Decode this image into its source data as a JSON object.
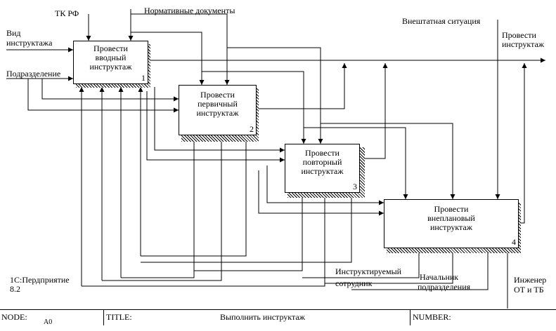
{
  "diagram": {
    "boxes": [
      {
        "id": "b1",
        "lines": [
          "Провести",
          "вводный",
          "инструктаж"
        ],
        "number": "1"
      },
      {
        "id": "b2",
        "lines": [
          "Провести",
          "первичный",
          "инструктаж"
        ],
        "number": "2"
      },
      {
        "id": "b3",
        "lines": [
          "Провести",
          "повторный",
          "инструктаж"
        ],
        "number": "3"
      },
      {
        "id": "b4",
        "lines": [
          "Провести",
          "внеплановый",
          "инструктаж"
        ],
        "number": "4"
      }
    ],
    "labels": {
      "tk_rf": "ТК РФ",
      "normative_docs": "Нормативные документы",
      "emergency": "Внештатная ситуация",
      "output_line1": "Провести",
      "output_line2": "инструктаж",
      "type_line1": "Вид",
      "type_line2": "инструктажа",
      "department": "Подразделение",
      "software_line1": "1С:Пердприятие",
      "software_line2": "8.2",
      "employee_line1": "Инструктируемый",
      "employee_line2": "сотрудник",
      "head_line1": "Начальник",
      "head_line2": "подразделения",
      "engineer_line1": "Инженер",
      "engineer_line2": "ОТ и ТБ"
    }
  },
  "footer": {
    "node_label": "NODE:",
    "node_value": "А0",
    "title_label": "TITLE:",
    "title_value": "Выполнить инструктаж",
    "number_label": "NUMBER:"
  }
}
